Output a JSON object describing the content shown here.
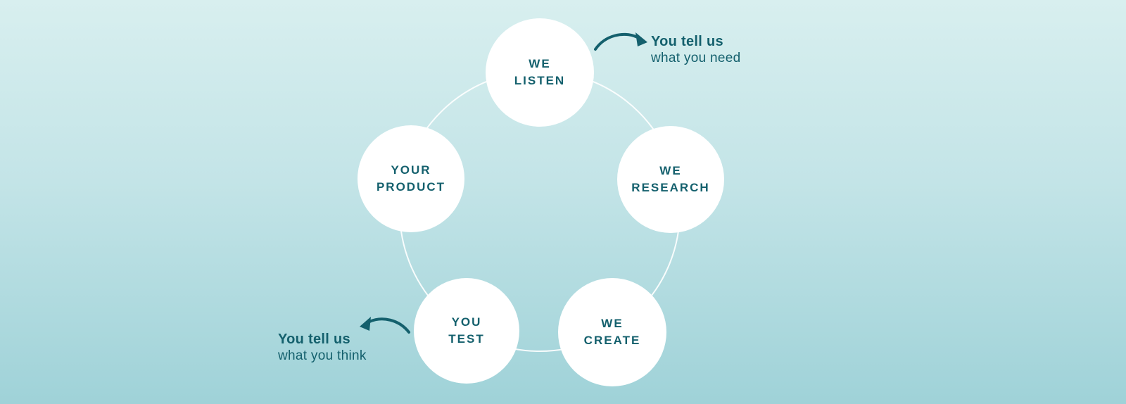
{
  "colors": {
    "background_top": "#d8efef",
    "background_bottom": "#9fd2d8",
    "text": "#14606d",
    "circle_fill": "#ffffff",
    "ring": "#ffffff"
  },
  "steps": [
    {
      "line1": "WE",
      "line2": "LISTEN"
    },
    {
      "line1": "WE",
      "line2": "RESEARCH"
    },
    {
      "line1": "WE",
      "line2": "CREATE"
    },
    {
      "line1": "YOU",
      "line2": "TEST"
    },
    {
      "line1": "YOUR",
      "line2": "PRODUCT"
    }
  ],
  "annotations": {
    "top_right": {
      "bold": "You tell us",
      "text": "what you need"
    },
    "bottom_left": {
      "bold": "You tell us",
      "text": "what you think"
    }
  }
}
